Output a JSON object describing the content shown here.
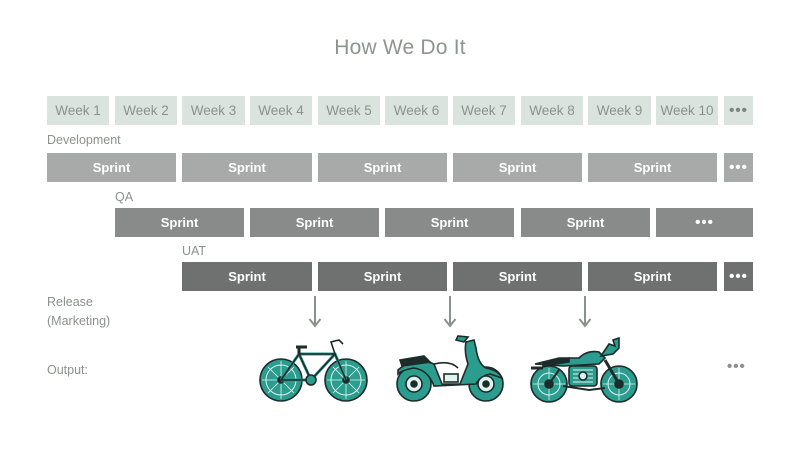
{
  "title": "How We Do It",
  "weeks": [
    "Week 1",
    "Week 2",
    "Week 3",
    "Week 4",
    "Week 5",
    "Week 6",
    "Week 7",
    "Week 8",
    "Week 9",
    "Week 10"
  ],
  "more": "•••",
  "lanes": {
    "development": {
      "label": "Development",
      "sprint": "Sprint"
    },
    "qa": {
      "label": "QA",
      "sprint": "Sprint"
    },
    "uat": {
      "label": "UAT",
      "sprint": "Sprint"
    }
  },
  "release_label_line1": "Release",
  "release_label_line2": "(Marketing)",
  "output_label": "Output:",
  "colors": {
    "week_bg": "#dbe3df",
    "development": "#a8aaa9",
    "qa": "#898b8a",
    "uat": "#6f7170",
    "vehicle": "#2a9d8f",
    "arrow": "#8a928d"
  },
  "outputs": [
    "bicycle-icon",
    "scooter-icon",
    "motorcycle-icon"
  ]
}
